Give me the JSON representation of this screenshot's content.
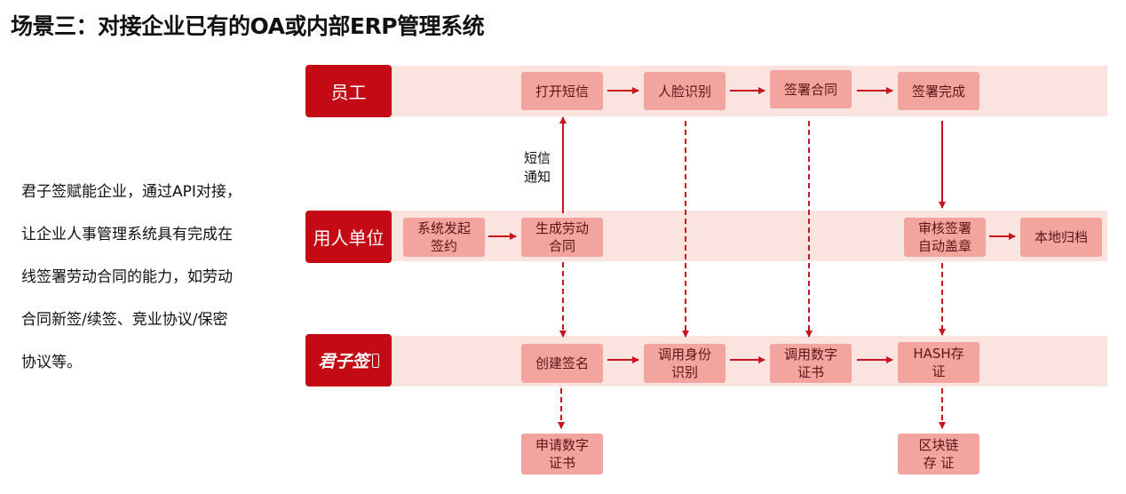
{
  "title": "场景三：对接企业已有的OA或内部ERP管理系统",
  "description": [
    "君子签赋能企业，通过API对接，",
    "让企业人事管理系统具有完成在",
    "线签署劳动合同的能力，如劳动",
    "合同新签/续签、竞业协议/保密",
    "协议等。"
  ],
  "lanes": {
    "employee": "员工",
    "employer": "用人单位",
    "platform_logo": "君子签"
  },
  "employee_steps": [
    "打开短信",
    "人脸识别",
    "签署合同",
    "签署完成"
  ],
  "employer_steps": [
    "系统发起\n签约",
    "生成劳动\n合同",
    "审核签署\n自动盖章",
    "本地归档"
  ],
  "platform_steps": [
    "创建签名",
    "调用身份\n识别",
    "调用数字\n证书",
    "HASH存\n证"
  ],
  "outputs": [
    "申请数字\n证书",
    "区块链\n存 证"
  ],
  "sms_note": "短信\n通知",
  "colors": {
    "brand_red": "#c40a14",
    "band": "#fbe3df",
    "box": "#f4a49f",
    "arrow": "#c8141d"
  }
}
